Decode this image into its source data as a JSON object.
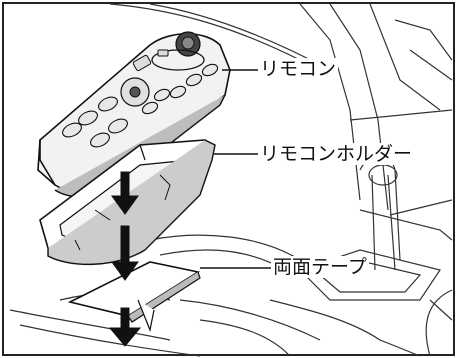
{
  "labels": {
    "remote": "リモコン",
    "holder": "リモコンホルダー",
    "tape": "両面テープ"
  },
  "colors": {
    "ink": "#111111",
    "frame": "#222222",
    "background": "#ffffff",
    "remote_body": "#f2f2f2",
    "remote_shadow": "#555555",
    "arrow": "#111111"
  }
}
